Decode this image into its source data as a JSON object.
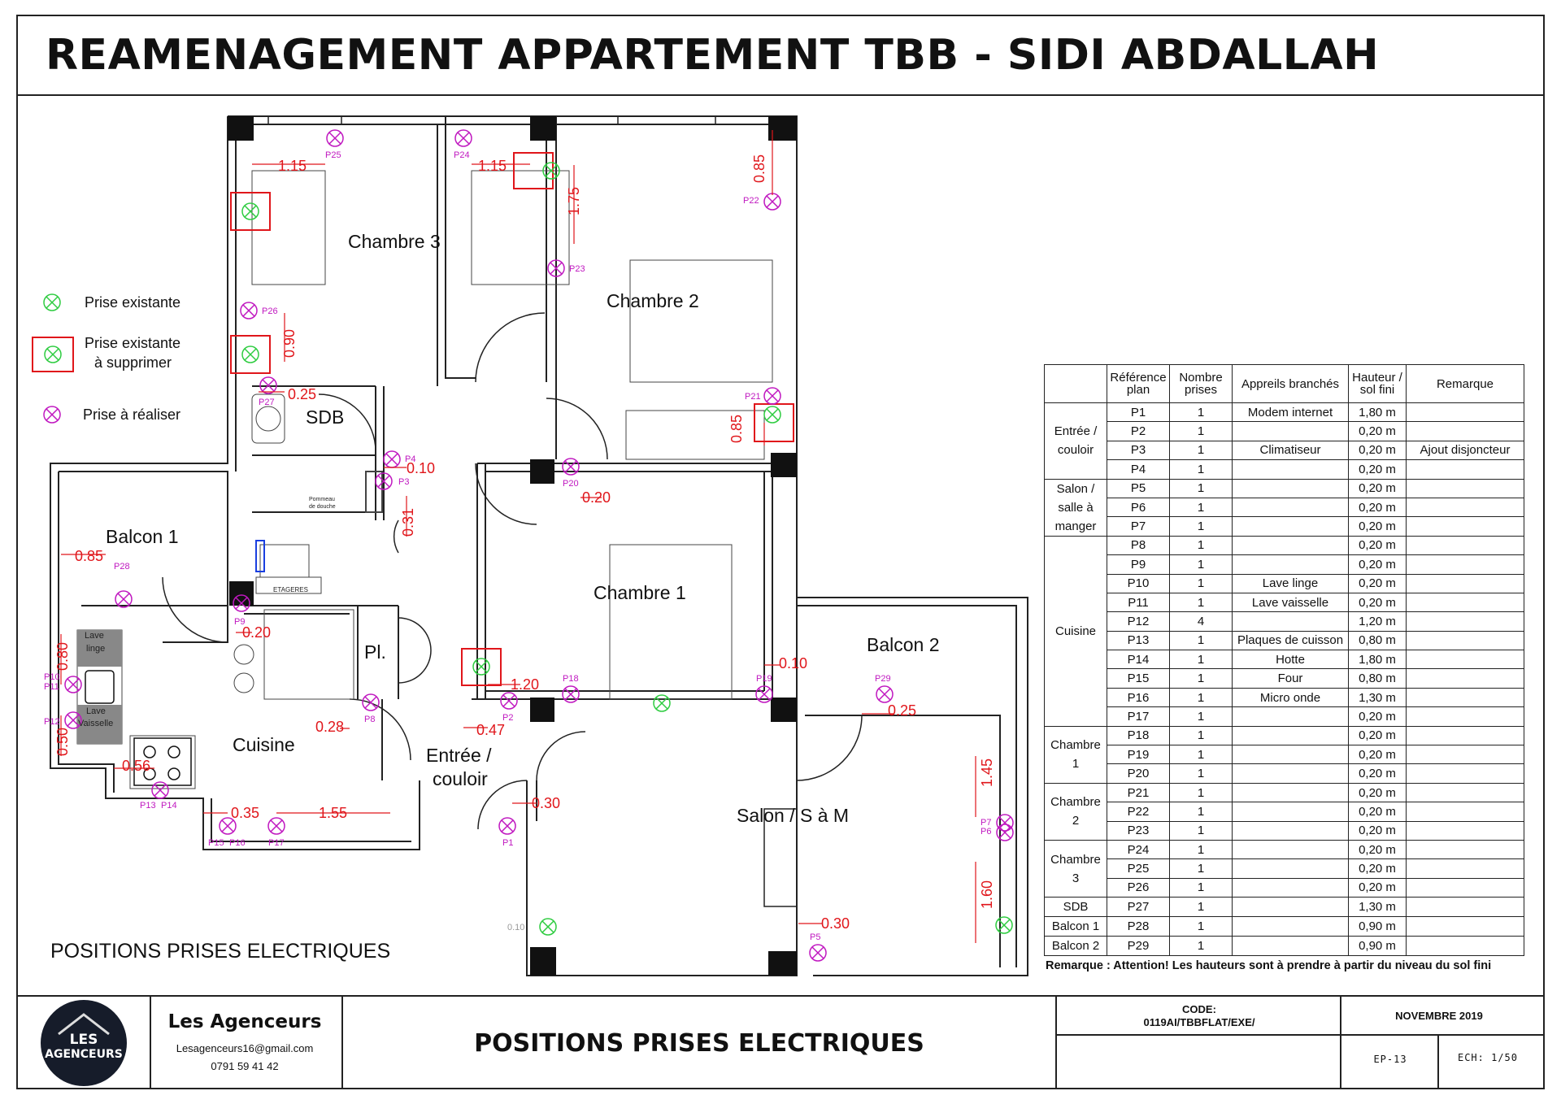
{
  "title": "REAMENAGEMENT APPARTEMENT TBB - SIDI ABDALLAH",
  "legend": [
    {
      "label": "Prise existante",
      "icon": "outlet-existing-icon"
    },
    {
      "label": "Prise existante à supprimer",
      "icon": "outlet-remove-icon"
    },
    {
      "label": "Prise à réaliser",
      "icon": "outlet-new-icon"
    }
  ],
  "plan": {
    "rooms": [
      "Chambre 3",
      "Chambre 2",
      "SDB",
      "Balcon 1",
      "Chambre 1",
      "Balcon 2",
      "Pl.",
      "Cuisine",
      "Entrée / couloir",
      "Salon / S à M"
    ],
    "fixtures": [
      "Lave linge",
      "Lave Vaisselle",
      "ETAGERES",
      "Pommeau de douche"
    ],
    "dimensions": [
      "1.15",
      "1.15",
      "1.75",
      "0.85",
      "0.90",
      "0.25",
      "0.85",
      "0.10",
      "0.31",
      "0.20",
      "0.85",
      "0.20",
      "0.80",
      "0.50",
      "0.56",
      "0.35",
      "1.55",
      "0.28",
      "0.47",
      "1.20",
      "0.10",
      "0.25",
      "1.45",
      "0.30",
      "1.60",
      "0.30",
      "0.10"
    ],
    "outlets": [
      "P1",
      "P2",
      "P3",
      "P4",
      "P5",
      "P6",
      "P7",
      "P8",
      "P9",
      "P10",
      "P11",
      "P12",
      "P13",
      "P14",
      "P15",
      "P16",
      "P17",
      "P18",
      "P19",
      "P20",
      "P21",
      "P22",
      "P23",
      "P24",
      "P25",
      "P26",
      "P27",
      "P28",
      "P29"
    ]
  },
  "table": {
    "headers": [
      "",
      "Référence plan",
      "Nombre prises",
      "Appreils branchés",
      "Hauteur / sol fini",
      "Remarque"
    ],
    "groups": [
      {
        "room": "Entrée / couloir",
        "rows": [
          [
            "P1",
            "1",
            "Modem internet",
            "1,80 m",
            ""
          ],
          [
            "P2",
            "1",
            "",
            "0,20 m",
            ""
          ],
          [
            "P3",
            "1",
            "Climatiseur",
            "0,20 m",
            "Ajout disjoncteur"
          ],
          [
            "P4",
            "1",
            "",
            "0,20 m",
            ""
          ]
        ]
      },
      {
        "room": "Salon / salle à manger",
        "rows": [
          [
            "P5",
            "1",
            "",
            "0,20 m",
            ""
          ],
          [
            "P6",
            "1",
            "",
            "0,20 m",
            ""
          ],
          [
            "P7",
            "1",
            "",
            "0,20 m",
            ""
          ]
        ]
      },
      {
        "room": "Cuisine",
        "rows": [
          [
            "P8",
            "1",
            "",
            "0,20 m",
            ""
          ],
          [
            "P9",
            "1",
            "",
            "0,20 m",
            ""
          ],
          [
            "P10",
            "1",
            "Lave linge",
            "0,20 m",
            ""
          ],
          [
            "P11",
            "1",
            "Lave vaisselle",
            "0,20 m",
            ""
          ],
          [
            "P12",
            "4",
            "",
            "1,20 m",
            ""
          ],
          [
            "P13",
            "1",
            "Plaques de cuisson",
            "0,80 m",
            ""
          ],
          [
            "P14",
            "1",
            "Hotte",
            "1,80 m",
            ""
          ],
          [
            "P15",
            "1",
            "Four",
            "0,80 m",
            ""
          ],
          [
            "P16",
            "1",
            "Micro onde",
            "1,30 m",
            ""
          ],
          [
            "P17",
            "1",
            "",
            "0,20 m",
            ""
          ]
        ]
      },
      {
        "room": "Chambre 1",
        "rows": [
          [
            "P18",
            "1",
            "",
            "0,20 m",
            ""
          ],
          [
            "P19",
            "1",
            "",
            "0,20 m",
            ""
          ],
          [
            "P20",
            "1",
            "",
            "0,20 m",
            ""
          ]
        ]
      },
      {
        "room": "Chambre 2",
        "rows": [
          [
            "P21",
            "1",
            "",
            "0,20 m",
            ""
          ],
          [
            "P22",
            "1",
            "",
            "0,20 m",
            ""
          ],
          [
            "P23",
            "1",
            "",
            "0,20 m",
            ""
          ]
        ]
      },
      {
        "room": "Chambre 3",
        "rows": [
          [
            "P24",
            "1",
            "",
            "0,20 m",
            ""
          ],
          [
            "P25",
            "1",
            "",
            "0,20 m",
            ""
          ],
          [
            "P26",
            "1",
            "",
            "0,20 m",
            ""
          ]
        ]
      },
      {
        "room": "SDB",
        "rows": [
          [
            "P27",
            "1",
            "",
            "1,30 m",
            ""
          ]
        ]
      },
      {
        "room": "Balcon 1",
        "rows": [
          [
            "P28",
            "1",
            "",
            "0,90 m",
            ""
          ]
        ]
      },
      {
        "room": "Balcon 2",
        "rows": [
          [
            "P29",
            "1",
            "",
            "0,90 m",
            ""
          ]
        ]
      }
    ],
    "remark": "Remarque : Attention! Les hauteurs sont à prendre à  partir du niveau du sol fini"
  },
  "plan_caption": "POSITIONS PRISES ELECTRIQUES",
  "footer": {
    "logo_line1": "LES",
    "logo_line2": "AGENCEURS",
    "company": "Les Agenceurs",
    "email": "Lesagenceurs16@gmail.com",
    "phone": "0791 59 41 42",
    "drawing_title": "POSITIONS PRISES ELECTRIQUES",
    "code_label": "CODE:",
    "code_value": "0119AI/TBBFLAT/EXE/",
    "date": "NOVEMBRE 2019",
    "sheet": "EP-13",
    "scale": "ECH: 1/50"
  },
  "colors": {
    "existing": "#2ecc40",
    "remove": "#e0161b",
    "new": "#c018c0",
    "dimension": "#e0161b",
    "wall": "#222222"
  }
}
